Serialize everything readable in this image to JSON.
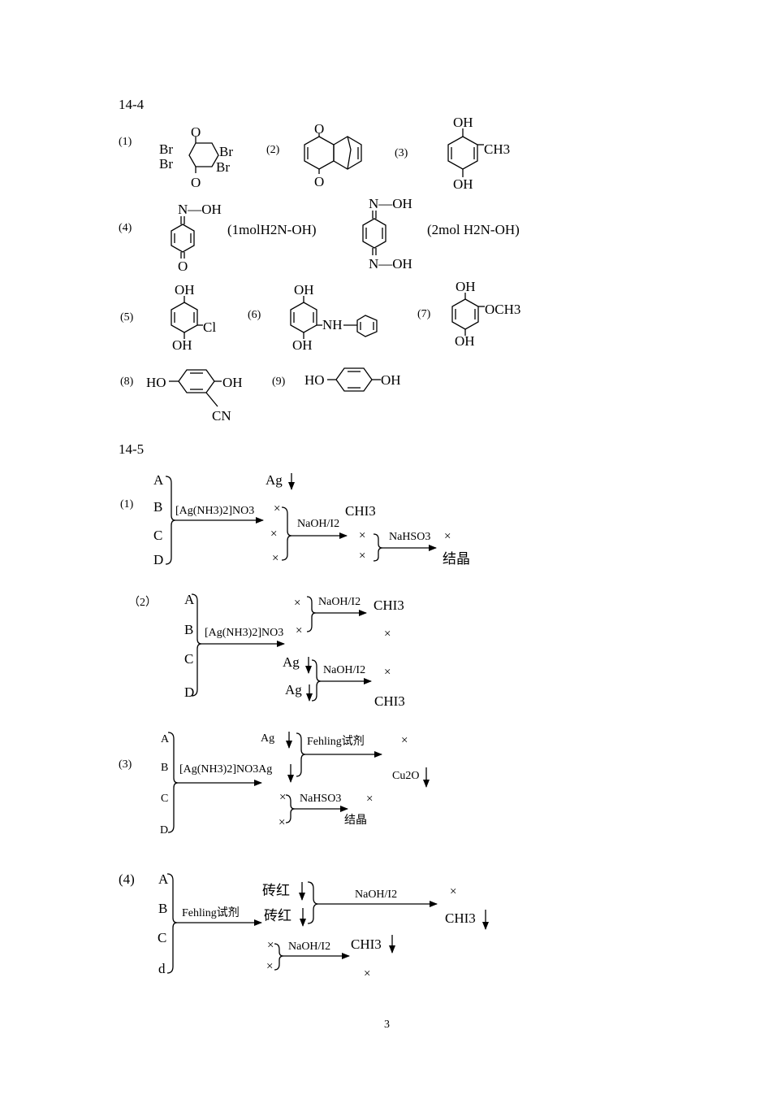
{
  "sec144": {
    "title": "14-4",
    "n1": "(1)",
    "n2": "(2)",
    "n3": "(3)",
    "n4": "(4)",
    "n5": "(5)",
    "n6": "(6)",
    "n7": "(7)",
    "n8": "(8)",
    "n9": "(9)",
    "O": "O",
    "OH": "OH",
    "Br": "Br",
    "CH3": "CH3",
    "Cl": "Cl",
    "NH": "NH",
    "OCH3": "OCH3",
    "HO": "HO",
    "CN": "CN",
    "NOH": "N—OH",
    "note1": "(1molH2N-OH)",
    "note2": "(2mol  H2N-OH)"
  },
  "sec145": {
    "title": "14-5",
    "A": "A",
    "B": "B",
    "C": "C",
    "D": "D",
    "d": "d",
    "p1": "(1)",
    "p2": "（2）",
    "p3": "(3)",
    "p4": "(4)",
    "tollens": "[Ag(NH3)2]NO3",
    "tollens_ag": "[Ag(NH3)2]NO3Ag",
    "iodoform_reagent": "NaOH/I2",
    "bisulfite": "NaHSO3",
    "fehling": "Fehling试剂",
    "Ag": "Ag",
    "CHI3": "CHI3",
    "x": "×",
    "crystal": "结晶",
    "cu2o": "Cu2O",
    "brick_red": "砖红"
  },
  "page_number": "3"
}
